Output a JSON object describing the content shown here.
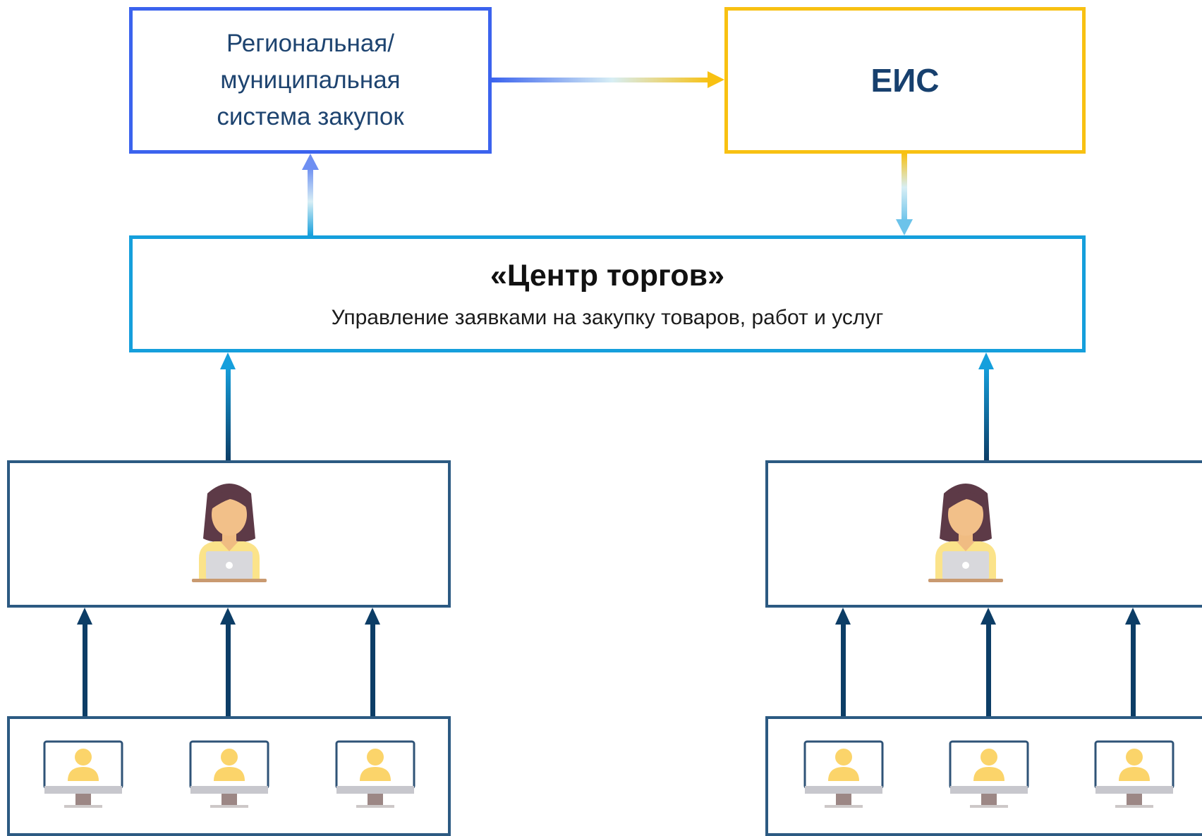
{
  "regional_system": {
    "line1": "Региональная/",
    "line2": "муниципальная",
    "line3": "система закупок"
  },
  "eis": {
    "label": "ЕИС"
  },
  "center": {
    "title": "«Центр торгов»",
    "subtitle": "Управление заявками на закупку товаров, работ и услуг"
  },
  "icons": {
    "operator": "woman-with-laptop-icon",
    "user": "user-monitor-icon"
  },
  "colors": {
    "regional_border": "#3b63ee",
    "eis_border": "#f8c112",
    "center_border": "#159fdc",
    "group_border": "#2c5a82",
    "dark_arrow": "#0c3d66"
  }
}
